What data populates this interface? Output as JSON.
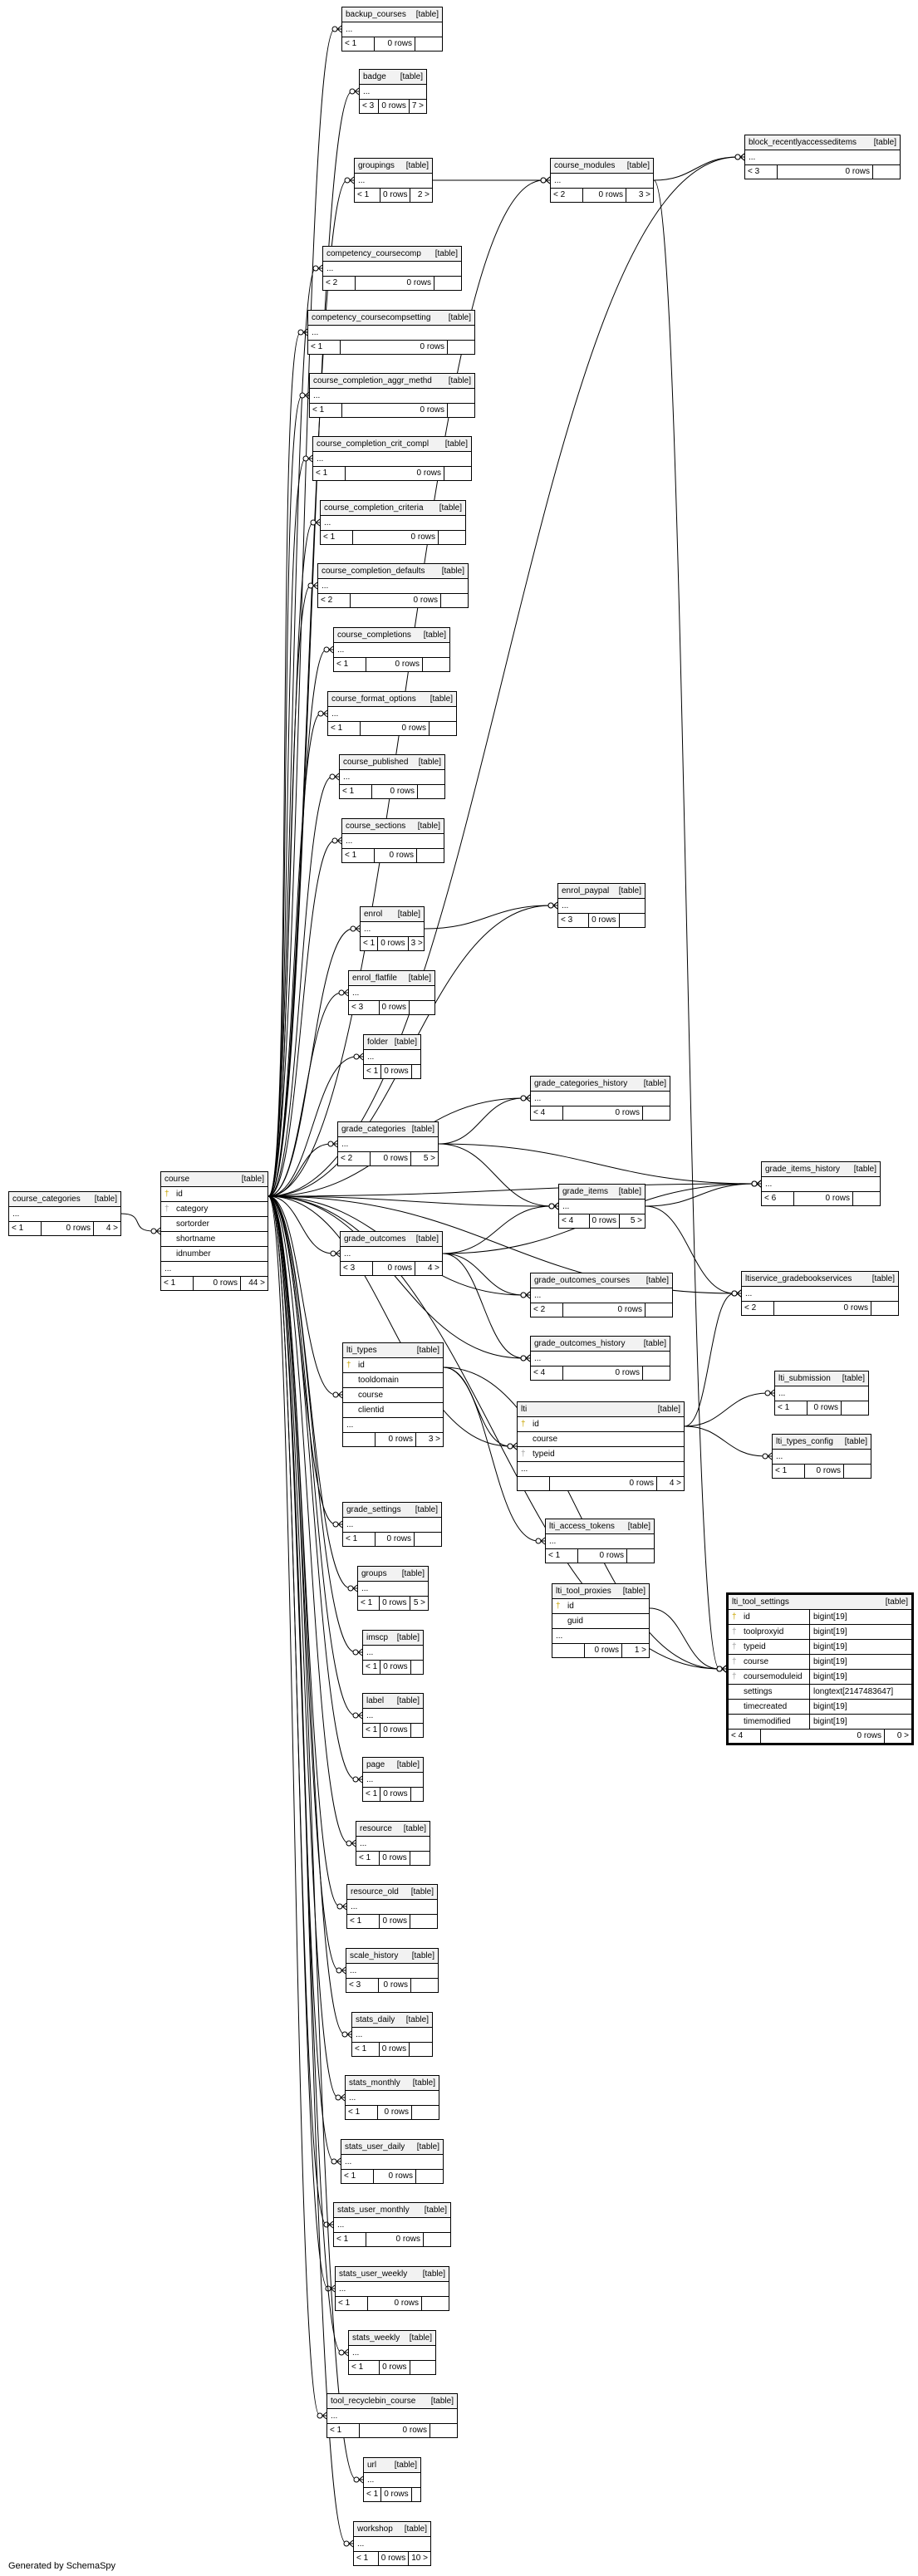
{
  "diagram": {
    "generated_by": "Generated by SchemaSpy",
    "tag": "[table]",
    "tables": [
      {
        "id": "backup_courses",
        "name": "backup_courses",
        "rows": [
          "..."
        ],
        "foot": [
          "< 1",
          "0 rows",
          ""
        ]
      },
      {
        "id": "badge",
        "name": "badge",
        "rows": [
          "..."
        ],
        "foot": [
          "< 3",
          "0 rows",
          "7 >"
        ]
      },
      {
        "id": "groupings",
        "name": "groupings",
        "rows": [
          "..."
        ],
        "foot": [
          "< 1",
          "0 rows",
          "2 >"
        ]
      },
      {
        "id": "course_modules",
        "name": "course_modules",
        "rows": [
          "..."
        ],
        "foot": [
          "< 2",
          "0 rows",
          "3 >"
        ]
      },
      {
        "id": "block_recentlyaccesseditems",
        "name": "block_recentlyaccesseditems",
        "rows": [
          "..."
        ],
        "foot": [
          "< 3",
          "0 rows",
          ""
        ]
      },
      {
        "id": "competency_coursecomp",
        "name": "competency_coursecomp",
        "rows": [
          "..."
        ],
        "foot": [
          "< 2",
          "0 rows",
          ""
        ]
      },
      {
        "id": "competency_coursecompsetting",
        "name": "competency_coursecompsetting",
        "rows": [
          "..."
        ],
        "foot": [
          "< 1",
          "0 rows",
          ""
        ]
      },
      {
        "id": "course_completion_aggr_methd",
        "name": "course_completion_aggr_methd",
        "rows": [
          "..."
        ],
        "foot": [
          "< 1",
          "0 rows",
          ""
        ]
      },
      {
        "id": "course_completion_crit_compl",
        "name": "course_completion_crit_compl",
        "rows": [
          "..."
        ],
        "foot": [
          "< 1",
          "0 rows",
          ""
        ]
      },
      {
        "id": "course_completion_criteria",
        "name": "course_completion_criteria",
        "rows": [
          "..."
        ],
        "foot": [
          "< 1",
          "0 rows",
          ""
        ]
      },
      {
        "id": "course_completion_defaults",
        "name": "course_completion_defaults",
        "rows": [
          "..."
        ],
        "foot": [
          "< 2",
          "0 rows",
          ""
        ]
      },
      {
        "id": "course_completions",
        "name": "course_completions",
        "rows": [
          "..."
        ],
        "foot": [
          "< 1",
          "0 rows",
          ""
        ]
      },
      {
        "id": "course_format_options",
        "name": "course_format_options",
        "rows": [
          "..."
        ],
        "foot": [
          "< 1",
          "0 rows",
          ""
        ]
      },
      {
        "id": "course_published",
        "name": "course_published",
        "rows": [
          "..."
        ],
        "foot": [
          "< 1",
          "0 rows",
          ""
        ]
      },
      {
        "id": "course_sections",
        "name": "course_sections",
        "rows": [
          "..."
        ],
        "foot": [
          "< 1",
          "0 rows",
          ""
        ]
      },
      {
        "id": "enrol",
        "name": "enrol",
        "rows": [
          "..."
        ],
        "foot": [
          "< 1",
          "0 rows",
          "3 >"
        ]
      },
      {
        "id": "enrol_paypal",
        "name": "enrol_paypal",
        "rows": [
          "..."
        ],
        "foot": [
          "< 3",
          "0 rows",
          ""
        ]
      },
      {
        "id": "enrol_flatfile",
        "name": "enrol_flatfile",
        "rows": [
          "..."
        ],
        "foot": [
          "< 3",
          "0 rows",
          ""
        ]
      },
      {
        "id": "folder",
        "name": "folder",
        "rows": [
          "..."
        ],
        "foot": [
          "< 1",
          "0 rows",
          ""
        ]
      },
      {
        "id": "grade_categories_history",
        "name": "grade_categories_history",
        "rows": [
          "..."
        ],
        "foot": [
          "< 4",
          "0 rows",
          ""
        ]
      },
      {
        "id": "grade_categories",
        "name": "grade_categories",
        "rows": [
          "..."
        ],
        "foot": [
          "< 2",
          "0 rows",
          "5 >"
        ]
      },
      {
        "id": "grade_items_history",
        "name": "grade_items_history",
        "rows": [
          "..."
        ],
        "foot": [
          "< 6",
          "0 rows",
          ""
        ]
      },
      {
        "id": "grade_items",
        "name": "grade_items",
        "rows": [
          "..."
        ],
        "foot": [
          "< 4",
          "0 rows",
          "5 >"
        ]
      },
      {
        "id": "course_categories",
        "name": "course_categories",
        "rows": [
          "..."
        ],
        "foot": [
          "< 1",
          "0 rows",
          "4 >"
        ]
      },
      {
        "id": "course",
        "name": "course",
        "cols": [
          {
            "key": "pk",
            "name": "id"
          },
          {
            "key": "fk",
            "name": "category"
          },
          {
            "key": "",
            "name": "sortorder"
          },
          {
            "key": "",
            "name": "shortname"
          },
          {
            "key": "",
            "name": "idnumber"
          }
        ],
        "rows": [
          "..."
        ],
        "foot": [
          "< 1",
          "0 rows",
          "44 >"
        ]
      },
      {
        "id": "grade_outcomes",
        "name": "grade_outcomes",
        "rows": [
          "..."
        ],
        "foot": [
          "< 3",
          "0 rows",
          "4 >"
        ]
      },
      {
        "id": "ltiservice_gradebookservices",
        "name": "ltiservice_gradebookservices",
        "rows": [
          "..."
        ],
        "foot": [
          "< 2",
          "0 rows",
          ""
        ]
      },
      {
        "id": "grade_outcomes_courses",
        "name": "grade_outcomes_courses",
        "rows": [
          "..."
        ],
        "foot": [
          "< 2",
          "0 rows",
          ""
        ]
      },
      {
        "id": "grade_outcomes_history",
        "name": "grade_outcomes_history",
        "rows": [
          "..."
        ],
        "foot": [
          "< 4",
          "0 rows",
          ""
        ]
      },
      {
        "id": "lti_types",
        "name": "lti_types",
        "cols": [
          {
            "key": "pk",
            "name": "id"
          },
          {
            "key": "",
            "name": "tooldomain"
          },
          {
            "key": "",
            "name": "course"
          },
          {
            "key": "",
            "name": "clientid"
          }
        ],
        "rows": [
          "..."
        ],
        "foot": [
          "",
          "0 rows",
          "3 >"
        ]
      },
      {
        "id": "lti",
        "name": "lti",
        "cols": [
          {
            "key": "pk",
            "name": "id"
          },
          {
            "key": "",
            "name": "course"
          },
          {
            "key": "fk",
            "name": "typeid"
          }
        ],
        "rows": [
          "..."
        ],
        "foot": [
          "",
          "0 rows",
          "4 >"
        ]
      },
      {
        "id": "lti_submission",
        "name": "lti_submission",
        "rows": [
          "..."
        ],
        "foot": [
          "< 1",
          "0 rows",
          ""
        ]
      },
      {
        "id": "lti_types_config",
        "name": "lti_types_config",
        "rows": [
          "..."
        ],
        "foot": [
          "< 1",
          "0 rows",
          ""
        ]
      },
      {
        "id": "grade_settings",
        "name": "grade_settings",
        "rows": [
          "..."
        ],
        "foot": [
          "< 1",
          "0 rows",
          ""
        ]
      },
      {
        "id": "lti_access_tokens",
        "name": "lti_access_tokens",
        "rows": [
          "..."
        ],
        "foot": [
          "< 1",
          "0 rows",
          ""
        ]
      },
      {
        "id": "lti_tool_proxies",
        "name": "lti_tool_proxies",
        "cols": [
          {
            "key": "pk",
            "name": "id"
          },
          {
            "key": "",
            "name": "guid"
          }
        ],
        "rows": [
          "..."
        ],
        "foot": [
          "",
          "0 rows",
          "1 >"
        ]
      },
      {
        "id": "lti_tool_settings",
        "name": "lti_tool_settings",
        "focus": true,
        "cols": [
          {
            "key": "pk",
            "name": "id",
            "type": "bigint[19]"
          },
          {
            "key": "fk",
            "name": "toolproxyid",
            "type": "bigint[19]"
          },
          {
            "key": "fk",
            "name": "typeid",
            "type": "bigint[19]"
          },
          {
            "key": "fk",
            "name": "course",
            "type": "bigint[19]"
          },
          {
            "key": "fk",
            "name": "coursemoduleid",
            "type": "bigint[19]"
          },
          {
            "key": "",
            "name": "settings",
            "type": "longtext[2147483647]"
          },
          {
            "key": "",
            "name": "timecreated",
            "type": "bigint[19]"
          },
          {
            "key": "",
            "name": "timemodified",
            "type": "bigint[19]"
          }
        ],
        "rows": [],
        "foot": [
          "< 4",
          "0 rows",
          "0 >"
        ]
      },
      {
        "id": "groups",
        "name": "groups",
        "rows": [
          "..."
        ],
        "foot": [
          "< 1",
          "0 rows",
          "5 >"
        ]
      },
      {
        "id": "imscp",
        "name": "imscp",
        "rows": [
          "..."
        ],
        "foot": [
          "< 1",
          "0 rows",
          ""
        ]
      },
      {
        "id": "label",
        "name": "label",
        "rows": [
          "..."
        ],
        "foot": [
          "< 1",
          "0 rows",
          ""
        ]
      },
      {
        "id": "page",
        "name": "page",
        "rows": [
          "..."
        ],
        "foot": [
          "< 1",
          "0 rows",
          ""
        ]
      },
      {
        "id": "resource",
        "name": "resource",
        "rows": [
          "..."
        ],
        "foot": [
          "< 1",
          "0 rows",
          ""
        ]
      },
      {
        "id": "resource_old",
        "name": "resource_old",
        "rows": [
          "..."
        ],
        "foot": [
          "< 1",
          "0 rows",
          ""
        ]
      },
      {
        "id": "scale_history",
        "name": "scale_history",
        "rows": [
          "..."
        ],
        "foot": [
          "< 3",
          "0 rows",
          ""
        ]
      },
      {
        "id": "stats_daily",
        "name": "stats_daily",
        "rows": [
          "..."
        ],
        "foot": [
          "< 1",
          "0 rows",
          ""
        ]
      },
      {
        "id": "stats_monthly",
        "name": "stats_monthly",
        "rows": [
          "..."
        ],
        "foot": [
          "< 1",
          "0 rows",
          ""
        ]
      },
      {
        "id": "stats_user_daily",
        "name": "stats_user_daily",
        "rows": [
          "..."
        ],
        "foot": [
          "< 1",
          "0 rows",
          ""
        ]
      },
      {
        "id": "stats_user_monthly",
        "name": "stats_user_monthly",
        "rows": [
          "..."
        ],
        "foot": [
          "< 1",
          "0 rows",
          ""
        ]
      },
      {
        "id": "stats_user_weekly",
        "name": "stats_user_weekly",
        "rows": [
          "..."
        ],
        "foot": [
          "< 1",
          "0 rows",
          ""
        ]
      },
      {
        "id": "stats_weekly",
        "name": "stats_weekly",
        "rows": [
          "..."
        ],
        "foot": [
          "< 1",
          "0 rows",
          ""
        ]
      },
      {
        "id": "tool_recyclebin_course",
        "name": "tool_recyclebin_course",
        "rows": [
          "..."
        ],
        "foot": [
          "< 1",
          "0 rows",
          ""
        ]
      },
      {
        "id": "url",
        "name": "url",
        "rows": [
          "..."
        ],
        "foot": [
          "< 1",
          "0 rows",
          ""
        ]
      },
      {
        "id": "workshop",
        "name": "workshop",
        "rows": [
          "..."
        ],
        "foot": [
          "< 1",
          "0 rows",
          "10 >"
        ]
      }
    ],
    "relations": [
      [
        "course_categories",
        "course"
      ],
      [
        "course",
        "backup_courses"
      ],
      [
        "course",
        "badge"
      ],
      [
        "course",
        "groupings"
      ],
      [
        "course",
        "course_modules"
      ],
      [
        "course",
        "block_recentlyaccesseditems"
      ],
      [
        "course",
        "competency_coursecomp"
      ],
      [
        "course",
        "competency_coursecompsetting"
      ],
      [
        "course",
        "course_completion_aggr_methd"
      ],
      [
        "course",
        "course_completion_crit_compl"
      ],
      [
        "course",
        "course_completion_criteria"
      ],
      [
        "course",
        "course_completion_defaults"
      ],
      [
        "course",
        "course_completions"
      ],
      [
        "course",
        "course_format_options"
      ],
      [
        "course",
        "course_published"
      ],
      [
        "course",
        "course_sections"
      ],
      [
        "course",
        "enrol"
      ],
      [
        "course",
        "enrol_paypal"
      ],
      [
        "course",
        "enrol_flatfile"
      ],
      [
        "course",
        "folder"
      ],
      [
        "course",
        "grade_categories"
      ],
      [
        "course",
        "grade_categories_history"
      ],
      [
        "course",
        "grade_items"
      ],
      [
        "course",
        "grade_items_history"
      ],
      [
        "course",
        "grade_outcomes"
      ],
      [
        "course",
        "grade_outcomes_courses"
      ],
      [
        "course",
        "grade_outcomes_history"
      ],
      [
        "course",
        "ltiservice_gradebookservices"
      ],
      [
        "course",
        "lti"
      ],
      [
        "course",
        "lti_types"
      ],
      [
        "course",
        "lti_tool_settings"
      ],
      [
        "course",
        "grade_settings"
      ],
      [
        "course",
        "groups"
      ],
      [
        "course",
        "imscp"
      ],
      [
        "course",
        "label"
      ],
      [
        "course",
        "page"
      ],
      [
        "course",
        "resource"
      ],
      [
        "course",
        "resource_old"
      ],
      [
        "course",
        "scale_history"
      ],
      [
        "course",
        "stats_daily"
      ],
      [
        "course",
        "stats_monthly"
      ],
      [
        "course",
        "stats_user_daily"
      ],
      [
        "course",
        "stats_user_monthly"
      ],
      [
        "course",
        "stats_user_weekly"
      ],
      [
        "course",
        "stats_weekly"
      ],
      [
        "course",
        "tool_recyclebin_course"
      ],
      [
        "course",
        "url"
      ],
      [
        "course",
        "workshop"
      ],
      [
        "groupings",
        "course_modules"
      ],
      [
        "course_modules",
        "block_recentlyaccesseditems"
      ],
      [
        "course_modules",
        "lti_tool_settings"
      ],
      [
        "enrol",
        "enrol_paypal"
      ],
      [
        "grade_categories",
        "grade_categories_history"
      ],
      [
        "grade_categories",
        "grade_items"
      ],
      [
        "grade_categories",
        "grade_items_history"
      ],
      [
        "grade_items",
        "grade_items_history"
      ],
      [
        "grade_items",
        "ltiservice_gradebookservices"
      ],
      [
        "grade_outcomes",
        "grade_items"
      ],
      [
        "grade_outcomes",
        "grade_items_history"
      ],
      [
        "grade_outcomes",
        "grade_outcomes_courses"
      ],
      [
        "grade_outcomes",
        "grade_outcomes_history"
      ],
      [
        "lti_types",
        "lti"
      ],
      [
        "lti_types",
        "lti_access_tokens"
      ],
      [
        "lti_types",
        "lti_tool_settings"
      ],
      [
        "lti",
        "lti_submission"
      ],
      [
        "lti",
        "lti_types_config"
      ],
      [
        "lti",
        "ltiservice_gradebookservices"
      ],
      [
        "lti_tool_proxies",
        "lti_tool_settings"
      ]
    ]
  }
}
